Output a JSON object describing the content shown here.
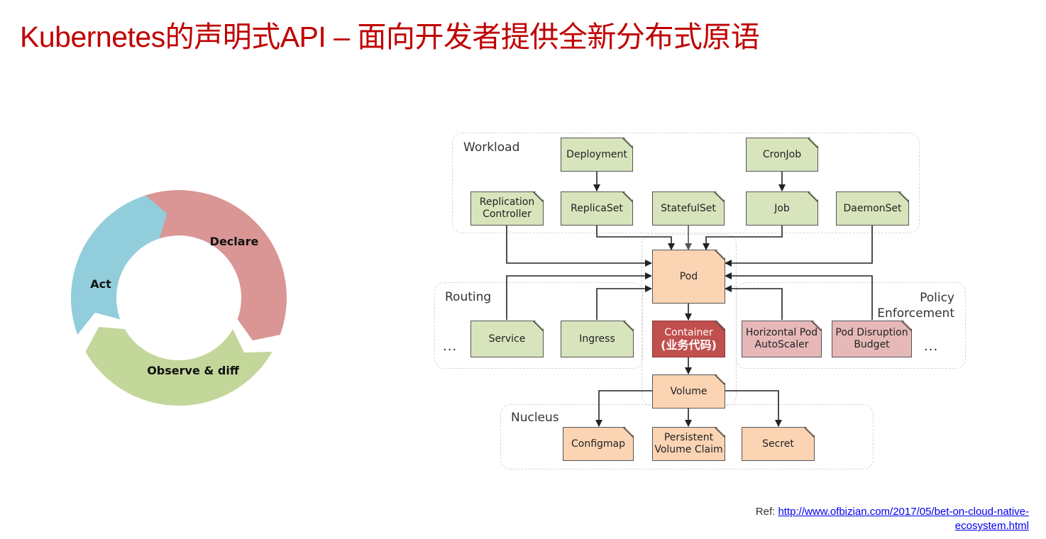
{
  "title": "Kubernetes的声明式API – 面向开发者提供全新分布式原语",
  "cycle": {
    "segments": [
      {
        "label": "Declare",
        "color": "#d99694"
      },
      {
        "label": "Observe & diff",
        "color": "#c4d79b"
      },
      {
        "label": "Act",
        "color": "#92cddc"
      }
    ]
  },
  "groups": {
    "workload": "Workload",
    "routing": "Routing",
    "policy_line1": "Policy",
    "policy_line2": "Enforcement",
    "nucleus": "Nucleus"
  },
  "nodes": {
    "deployment": "Deployment",
    "cronjob": "CronJob",
    "replication_controller_1": "Replication",
    "replication_controller_2": "Controller",
    "replicaset": "ReplicaSet",
    "statefulset": "StatefulSet",
    "job": "Job",
    "daemonset": "DaemonSet",
    "pod": "Pod",
    "container_1": "Container",
    "container_2": "(业务代码)",
    "service": "Service",
    "ingress": "Ingress",
    "hpa_1": "Horizontal Pod",
    "hpa_2": "AutoScaler",
    "pdb_1": "Pod Disruption",
    "pdb_2": "Budget",
    "volume": "Volume",
    "configmap": "Configmap",
    "pvc_1": "Persistent",
    "pvc_2": "Volume Claim",
    "secret": "Secret"
  },
  "ellipsis": "...",
  "reference": {
    "prefix": "Ref: ",
    "link_line1": "http://www.ofbizian.com/2017/05/bet-on-cloud-native-",
    "link_line2": "ecosystem.html"
  },
  "colors": {
    "title": "#c00000",
    "workload_node": "#d8e4bc",
    "nucleus_node": "#fbd4b4",
    "policy_node": "#e6b9b8",
    "container_node": "#c0504d"
  }
}
